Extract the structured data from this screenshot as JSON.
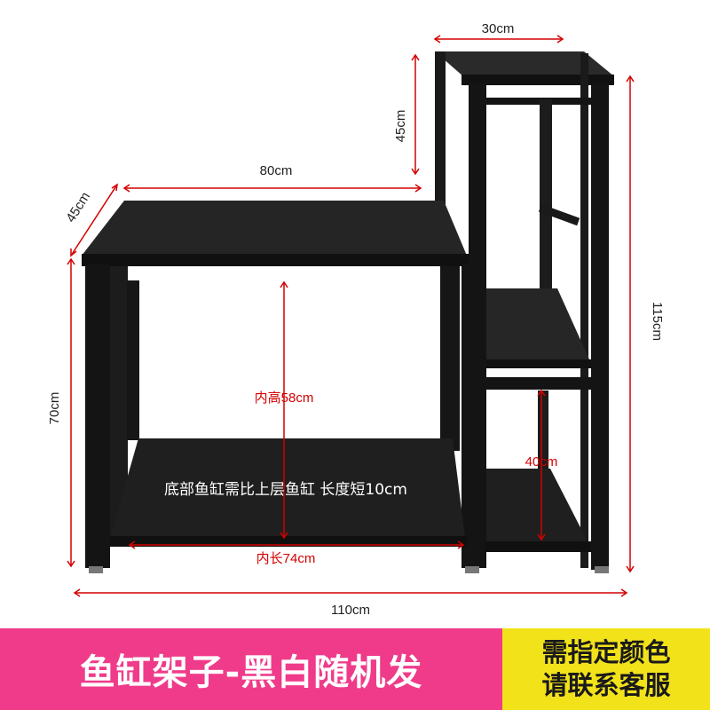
{
  "dimensions": {
    "top_width": "30cm",
    "top_height": "45cm",
    "main_width": "80cm",
    "depth": "45cm",
    "total_height": "115cm",
    "low_height": "70cm",
    "inner_height": "内高58cm",
    "side_shelf_height": "40cm",
    "inner_length": "内长74cm",
    "total_length": "110cm"
  },
  "note": "底部鱼缸需比上层鱼缸 长度短10cm",
  "banner": {
    "title": "鱼缸架子-黑白随机发",
    "contact_line1": "需指定颜色",
    "contact_line2": "请联系客服"
  },
  "colors": {
    "frame": "#141414",
    "board": "#1e1e1e",
    "dimension_red": "#d40000",
    "banner_pink": "#ef3b8a",
    "banner_yellow": "#f2e21a"
  }
}
